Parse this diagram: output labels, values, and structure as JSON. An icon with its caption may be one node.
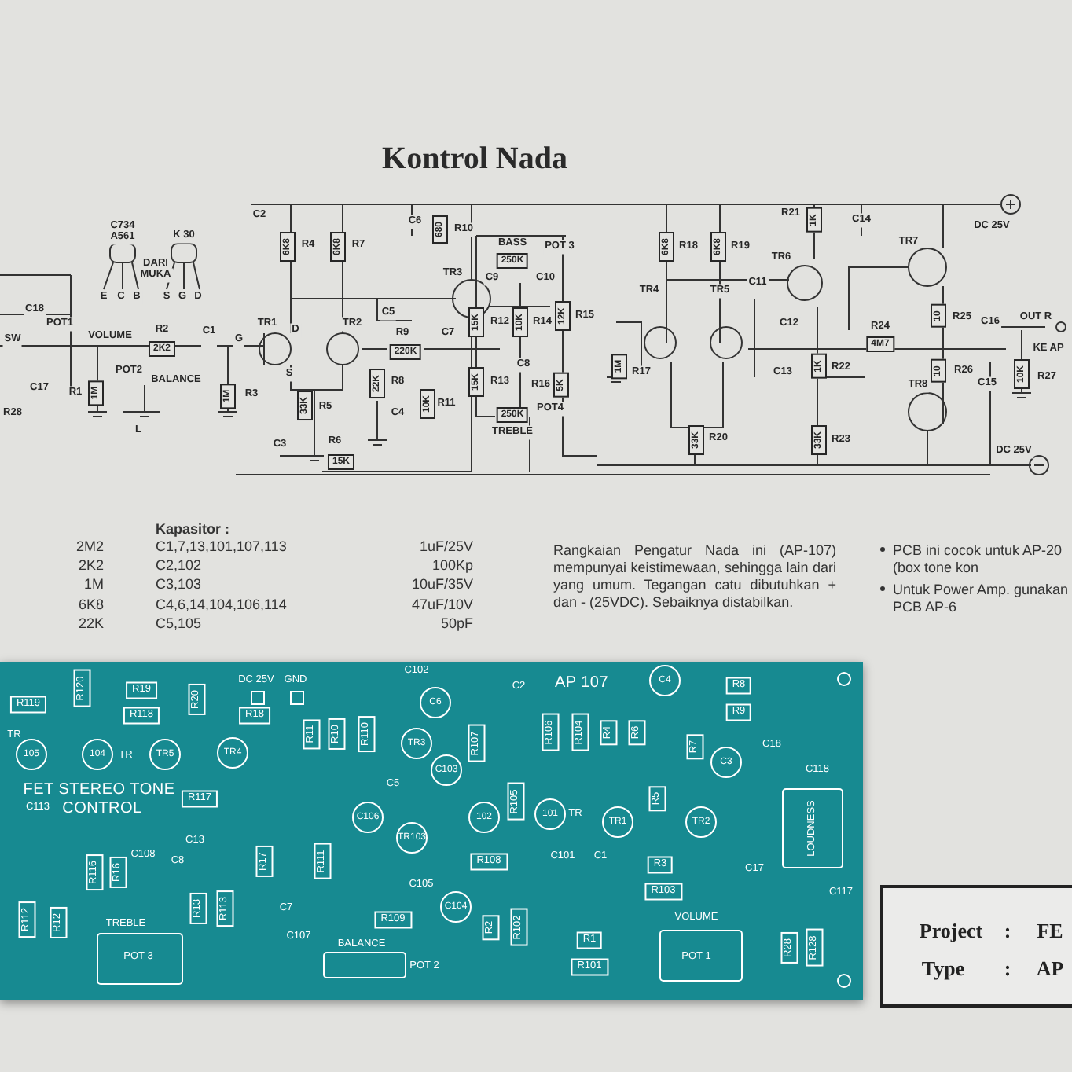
{
  "diagram": {
    "title": "Kontrol Nada",
    "labels": [
      "C18",
      "C734",
      "A561",
      "DARI",
      "MUKA",
      "K 30",
      "E",
      "C",
      "B",
      "S",
      "G",
      "D",
      "POT1",
      "VOLUME",
      "SW",
      "R2",
      "2K2",
      "C1",
      "G",
      "TR1",
      "D",
      "S",
      "TR2",
      "R9",
      "220K",
      "C7",
      "C17",
      "R1",
      "1M",
      "POT2",
      "BALANCE",
      "L",
      "R28",
      "R3",
      "1M",
      "C2",
      "R4",
      "6K8",
      "R7",
      "6K8",
      "C6",
      "R10",
      "680",
      "TR3",
      "C5",
      "R8",
      "22K",
      "C4",
      "R5",
      "33K",
      "C3",
      "R6",
      "15K",
      "R11",
      "10K",
      "BASS",
      "250K",
      "POT 3",
      "C9",
      "C10",
      "R12",
      "15K",
      "R14",
      "10K",
      "R15",
      "12K",
      "C8",
      "R13",
      "15K",
      "R16",
      "5K",
      "250K",
      "POT4",
      "TREBLE",
      "R18",
      "6K8",
      "R19",
      "6K8",
      "TR4",
      "TR5",
      "R17",
      "1M",
      "C11",
      "C12",
      "C13",
      "R20",
      "33K",
      "R21",
      "1K",
      "C14",
      "TR6",
      "TR7",
      "R24",
      "4M7",
      "R22",
      "1K",
      "R23",
      "33K",
      "TR8",
      "R25",
      "10",
      "R26",
      "10",
      "C15",
      "C16",
      "R27",
      "10K",
      "OUT R",
      "KE AP",
      "DC 25V",
      "DC 25V",
      "2M2",
      "2K2",
      "1M",
      "6K8",
      "22K",
      "Kapasitor :",
      "C1,7,13,101,107,113",
      "1uF/25V",
      "C2,102",
      "100Kp",
      "C3,103",
      "10uF/35V",
      "C4,6,14,104,106,114",
      "47uF/10V",
      "C5,105",
      "50pF",
      "Rangkaian Pengatur Nada ini (AP-107) mempunyai keistimewaan, sehingga lain dari yang umum. Tegangan catu dibutuhkan + dan - (25VDC). Sebaiknya distabilkan.",
      "PCB ini cocok untuk AP-20 (box tone kon",
      "Untuk Power Amp. gunakan PCB AP-6",
      "R119",
      "R120",
      "R19",
      "R118",
      "R20",
      "R18",
      "DC 25V",
      "GND",
      "TR",
      "105",
      "104",
      "TR",
      "TR5",
      "TR4",
      "FET STEREO TONE",
      "CONTROL",
      "C113",
      "R117",
      "C13",
      "R116",
      "R16",
      "C108",
      "C8",
      "R13",
      "R113",
      "R17",
      "R111",
      "R112",
      "R12",
      "TREBLE",
      "POT 3",
      "C7",
      "C107",
      "BALANCE",
      "POT 2",
      "C102",
      "C6",
      "TR3",
      "C103",
      "C5",
      "R11",
      "R10",
      "R110",
      "C106",
      "TR103",
      "C105",
      "R109",
      "C104",
      "C2",
      "AP 107",
      "C4",
      "R8",
      "R9",
      "R106",
      "R104",
      "R4",
      "R6",
      "R107",
      "R7",
      "C3",
      "C18",
      "C118",
      "R105",
      "102",
      "101",
      "TR",
      "TR1",
      "R5",
      "TR2",
      "LOUDNESS",
      "R108",
      "C101",
      "C1",
      "R3",
      "R103",
      "C17",
      "C117",
      "R2",
      "R102",
      "VOLUME",
      "POT 1",
      "R1",
      "R101",
      "R28",
      "R128",
      "Project",
      ":",
      "FE",
      "Type",
      ":",
      "AP"
    ]
  }
}
